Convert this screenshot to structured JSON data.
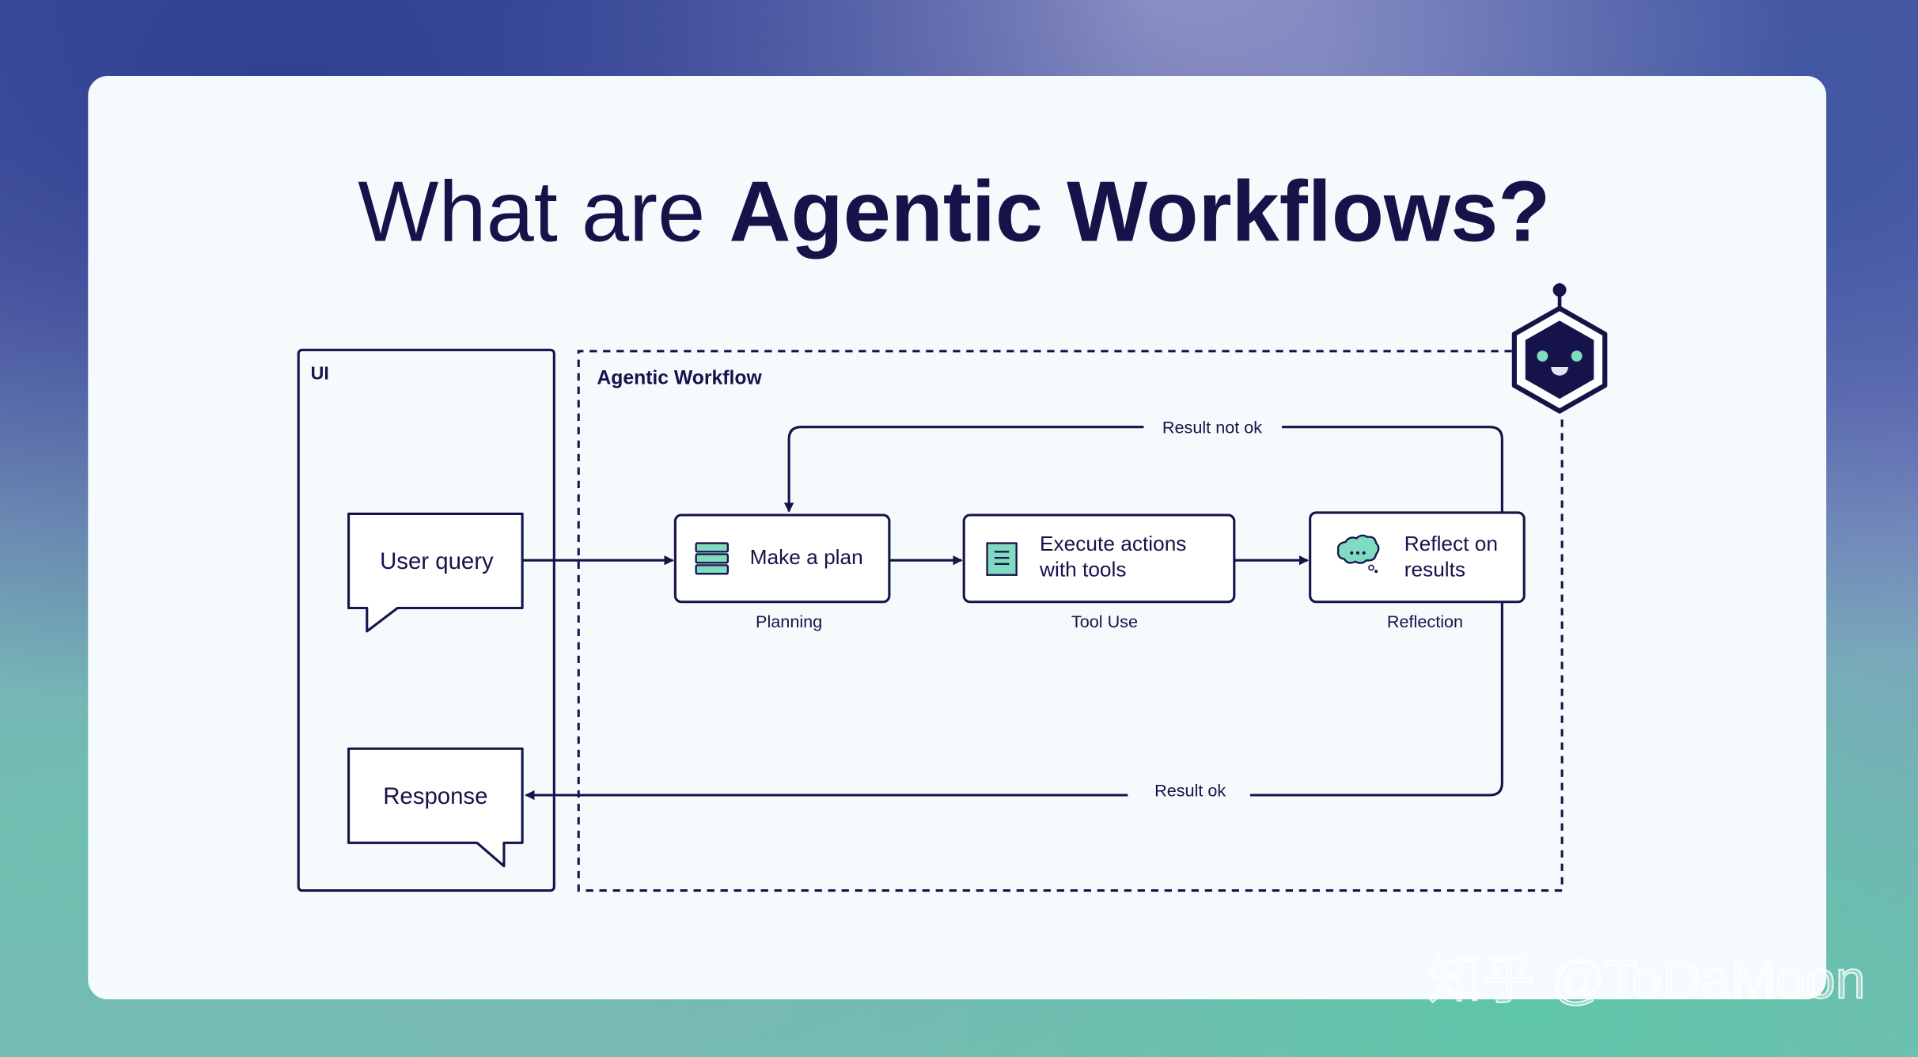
{
  "title": {
    "light": "What are ",
    "bold": "Agentic Workflows?"
  },
  "ui_panel": {
    "label": "UI",
    "user_query": "User query",
    "response": "Response"
  },
  "workflow": {
    "label": "Agentic Workflow",
    "steps": [
      {
        "lines": [
          "Make a plan"
        ],
        "caption": "Planning",
        "icon": "stacked-list-icon"
      },
      {
        "lines": [
          "Execute actions",
          "with tools"
        ],
        "caption": "Tool Use",
        "icon": "document-icon"
      },
      {
        "lines": [
          "Reflect on",
          "results"
        ],
        "caption": "Reflection",
        "icon": "thought-bubble-icon"
      }
    ],
    "loop_label": "Result not ok",
    "exit_label": "Result ok"
  },
  "colors": {
    "ink": "#16134a",
    "accent": "#7fdcc0",
    "card": "#f5fbfd"
  },
  "watermark": "知乎 @ToDaMoon"
}
